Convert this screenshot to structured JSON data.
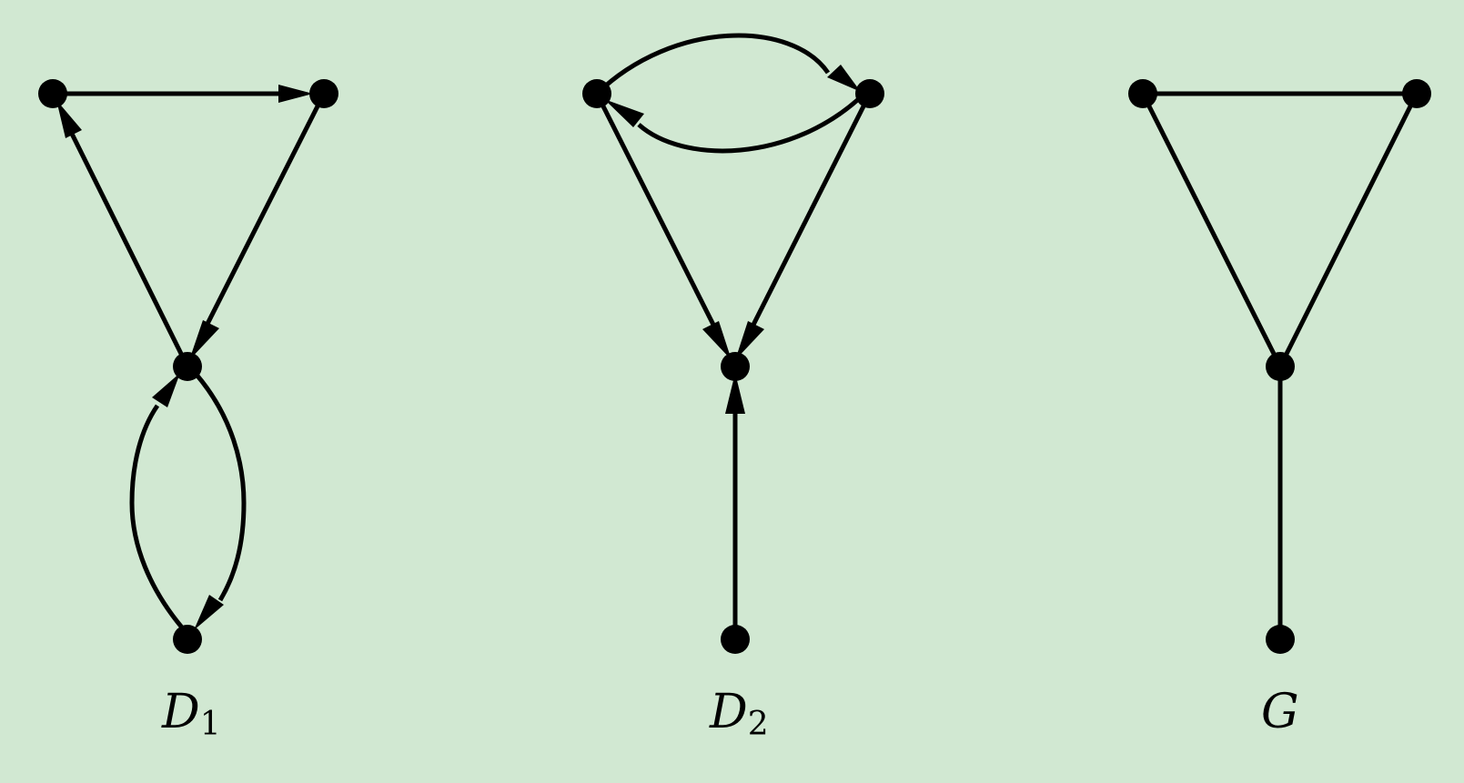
{
  "graphs": [
    {
      "id": "d1",
      "label": "D",
      "subscript": "1",
      "vertices": [
        "top-left",
        "top-right",
        "center",
        "bottom"
      ],
      "edges": [
        {
          "from": "top-left",
          "to": "top-right",
          "directed": true
        },
        {
          "from": "top-right",
          "to": "center",
          "directed": true
        },
        {
          "from": "center",
          "to": "top-left",
          "directed": true
        },
        {
          "from": "center",
          "to": "bottom",
          "directed": true
        },
        {
          "from": "bottom",
          "to": "center",
          "directed": true
        }
      ]
    },
    {
      "id": "d2",
      "label": "D",
      "subscript": "2",
      "vertices": [
        "top-left",
        "top-right",
        "center",
        "bottom"
      ],
      "edges": [
        {
          "from": "top-left",
          "to": "top-right",
          "directed": true
        },
        {
          "from": "top-right",
          "to": "top-left",
          "directed": true
        },
        {
          "from": "top-left",
          "to": "center",
          "directed": true
        },
        {
          "from": "top-right",
          "to": "center",
          "directed": true
        },
        {
          "from": "bottom",
          "to": "center",
          "directed": true
        }
      ]
    },
    {
      "id": "g",
      "label": "G",
      "subscript": "",
      "vertices": [
        "top-left",
        "top-right",
        "center",
        "bottom"
      ],
      "edges": [
        {
          "from": "top-left",
          "to": "top-right",
          "directed": false
        },
        {
          "from": "top-left",
          "to": "center",
          "directed": false
        },
        {
          "from": "top-right",
          "to": "center",
          "directed": false
        },
        {
          "from": "center",
          "to": "bottom",
          "directed": false
        }
      ]
    }
  ]
}
